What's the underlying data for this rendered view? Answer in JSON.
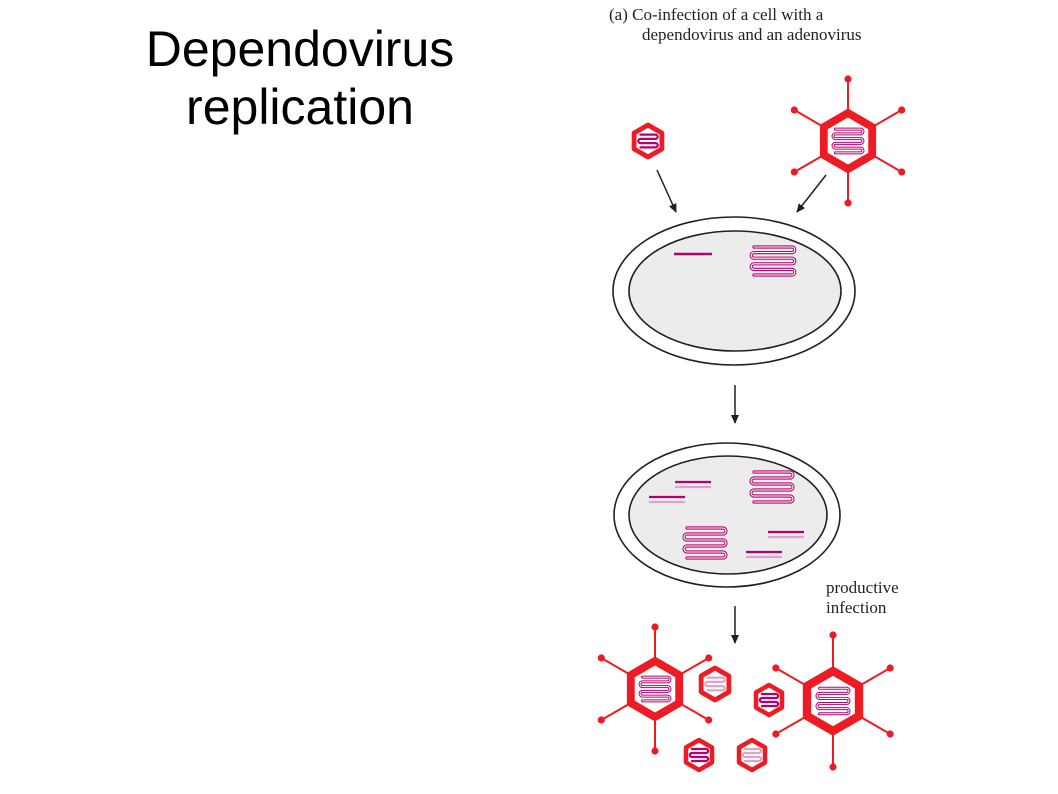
{
  "slide": {
    "title_line1": "Dependovirus",
    "title_line2": "replication"
  },
  "panel": {
    "caption_line1": "(a) Co-infection of a cell with a",
    "caption_line2": "dependovirus and an adenovirus",
    "outcome_line1": "productive",
    "outcome_line2": "infection"
  },
  "colors": {
    "capsid": "#ed1c24",
    "genome": "#b5006e",
    "genome_light": "#d9a6c8",
    "cytoplasm": "#ececec",
    "outline": "#231f20"
  },
  "icons": {
    "dependovirus": "small-hexagon-capsid",
    "adenovirus": "large-hexagon-capsid-with-fibers",
    "cell": "double-membrane-ellipse"
  }
}
